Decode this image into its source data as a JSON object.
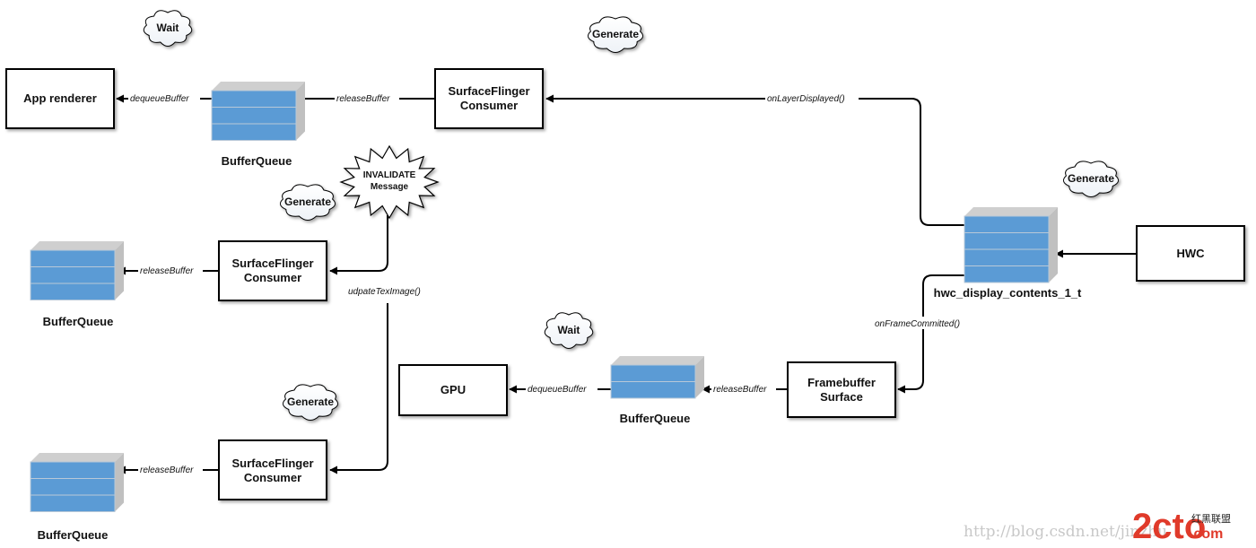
{
  "diagram": {
    "nodes": [
      {
        "id": "app_renderer",
        "label": [
          "App renderer"
        ]
      },
      {
        "id": "sf_consumer_1",
        "label": [
          "SurfaceFlinger",
          "Consumer"
        ]
      },
      {
        "id": "sf_consumer_2",
        "label": [
          "SurfaceFlinger",
          "Consumer"
        ]
      },
      {
        "id": "sf_consumer_3",
        "label": [
          "SurfaceFlinger",
          "Consumer"
        ]
      },
      {
        "id": "gpu",
        "label": [
          "GPU"
        ]
      },
      {
        "id": "framebuffer_surface",
        "label": [
          "Framebuffer",
          "Surface"
        ]
      },
      {
        "id": "hwc",
        "label": [
          "HWC"
        ]
      }
    ],
    "queues": [
      {
        "id": "bq_app",
        "label": "BufferQueue",
        "slots": 3
      },
      {
        "id": "bq_layer2",
        "label": "BufferQueue",
        "slots": 3
      },
      {
        "id": "bq_layer3",
        "label": "BufferQueue",
        "slots": 3
      },
      {
        "id": "bq_gpu",
        "label": "BufferQueue",
        "slots": 2
      },
      {
        "id": "hwc_contents",
        "label": "hwc_display_contents_1_t",
        "slots": 4
      }
    ],
    "edges": [
      {
        "from": "bq_app",
        "to": "app_renderer",
        "label": "dequeueBuffer"
      },
      {
        "from": "sf_consumer_1",
        "to": "bq_app",
        "label": "releaseBuffer"
      },
      {
        "from": "hwc_contents",
        "to": "sf_consumer_1",
        "label": "onLayerDisplayed()"
      },
      {
        "from": "sf_consumer_2",
        "to": "bq_layer2",
        "label": "releaseBuffer"
      },
      {
        "from": "sf_consumer_3",
        "to": "bq_layer3",
        "label": "releaseBuffer"
      },
      {
        "from": "invalidate_message",
        "to": "sf_consumer_2,sf_consumer_3",
        "label": "udpateTexImage()"
      },
      {
        "from": "bq_gpu",
        "to": "gpu",
        "label": "dequeueBuffer"
      },
      {
        "from": "framebuffer_surface",
        "to": "bq_gpu",
        "label": "releaseBuffer"
      },
      {
        "from": "hwc_contents",
        "to": "framebuffer_surface",
        "label": "onFrameCommitted()"
      },
      {
        "from": "hwc",
        "to": "hwc_contents",
        "label": ""
      }
    ],
    "clouds": [
      {
        "id": "cloud_wait_top",
        "label": "Wait"
      },
      {
        "id": "cloud_generate_top",
        "label": "Generate"
      },
      {
        "id": "cloud_generate_mid",
        "label": "Generate"
      },
      {
        "id": "cloud_generate_right",
        "label": "Generate"
      },
      {
        "id": "cloud_wait_gpu",
        "label": "Wait"
      },
      {
        "id": "cloud_generate_bottom",
        "label": "Generate"
      }
    ],
    "burst": {
      "id": "invalidate_message",
      "label": [
        "INVALIDATE",
        "Message"
      ]
    }
  },
  "watermark": {
    "url_text": "http://blog.csdn.net/jinzhu",
    "logo_text": "2cto",
    "logo_suffix": ".com",
    "logo_cn": "红黑联盟"
  },
  "colors": {
    "queue_fill": "#5b9bd5",
    "queue_side": "#c0c0c0",
    "queue_top": "#cfcfcf",
    "line": "#000000",
    "logo_red": "#e03a2a"
  }
}
